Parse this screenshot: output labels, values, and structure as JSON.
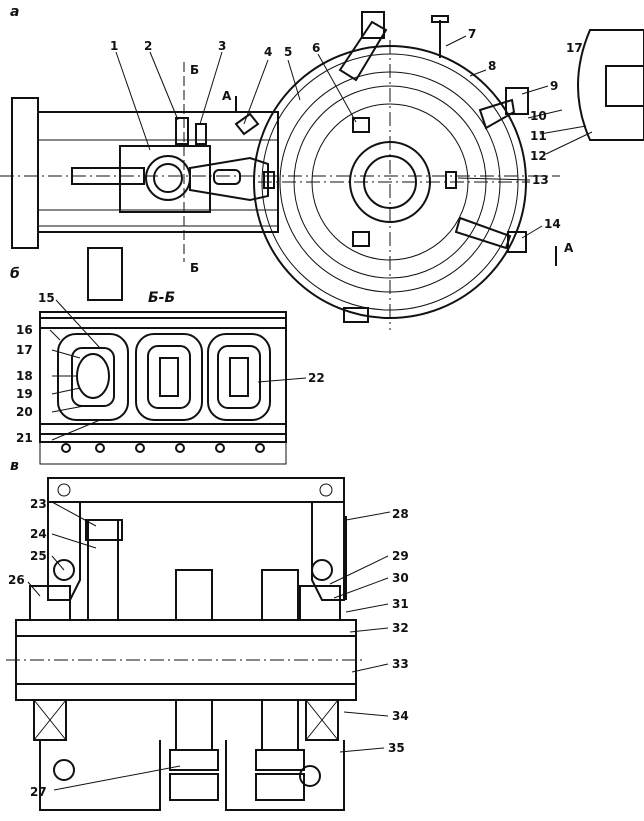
{
  "figure": {
    "panel_labels": {
      "a": "а",
      "b": "б",
      "c": "в"
    },
    "section_label": "Б-Б",
    "cut_marks": {
      "b": "Б",
      "a": "А"
    },
    "callouts": [
      "1",
      "2",
      "3",
      "4",
      "5",
      "6",
      "7",
      "8",
      "9",
      "10",
      "11",
      "12",
      "13",
      "14",
      "15",
      "16",
      "17",
      "17",
      "18",
      "19",
      "20",
      "21",
      "22",
      "23",
      "24",
      "25",
      "26",
      "27",
      "28",
      "29",
      "30",
      "31",
      "32",
      "33",
      "34",
      "35"
    ]
  }
}
